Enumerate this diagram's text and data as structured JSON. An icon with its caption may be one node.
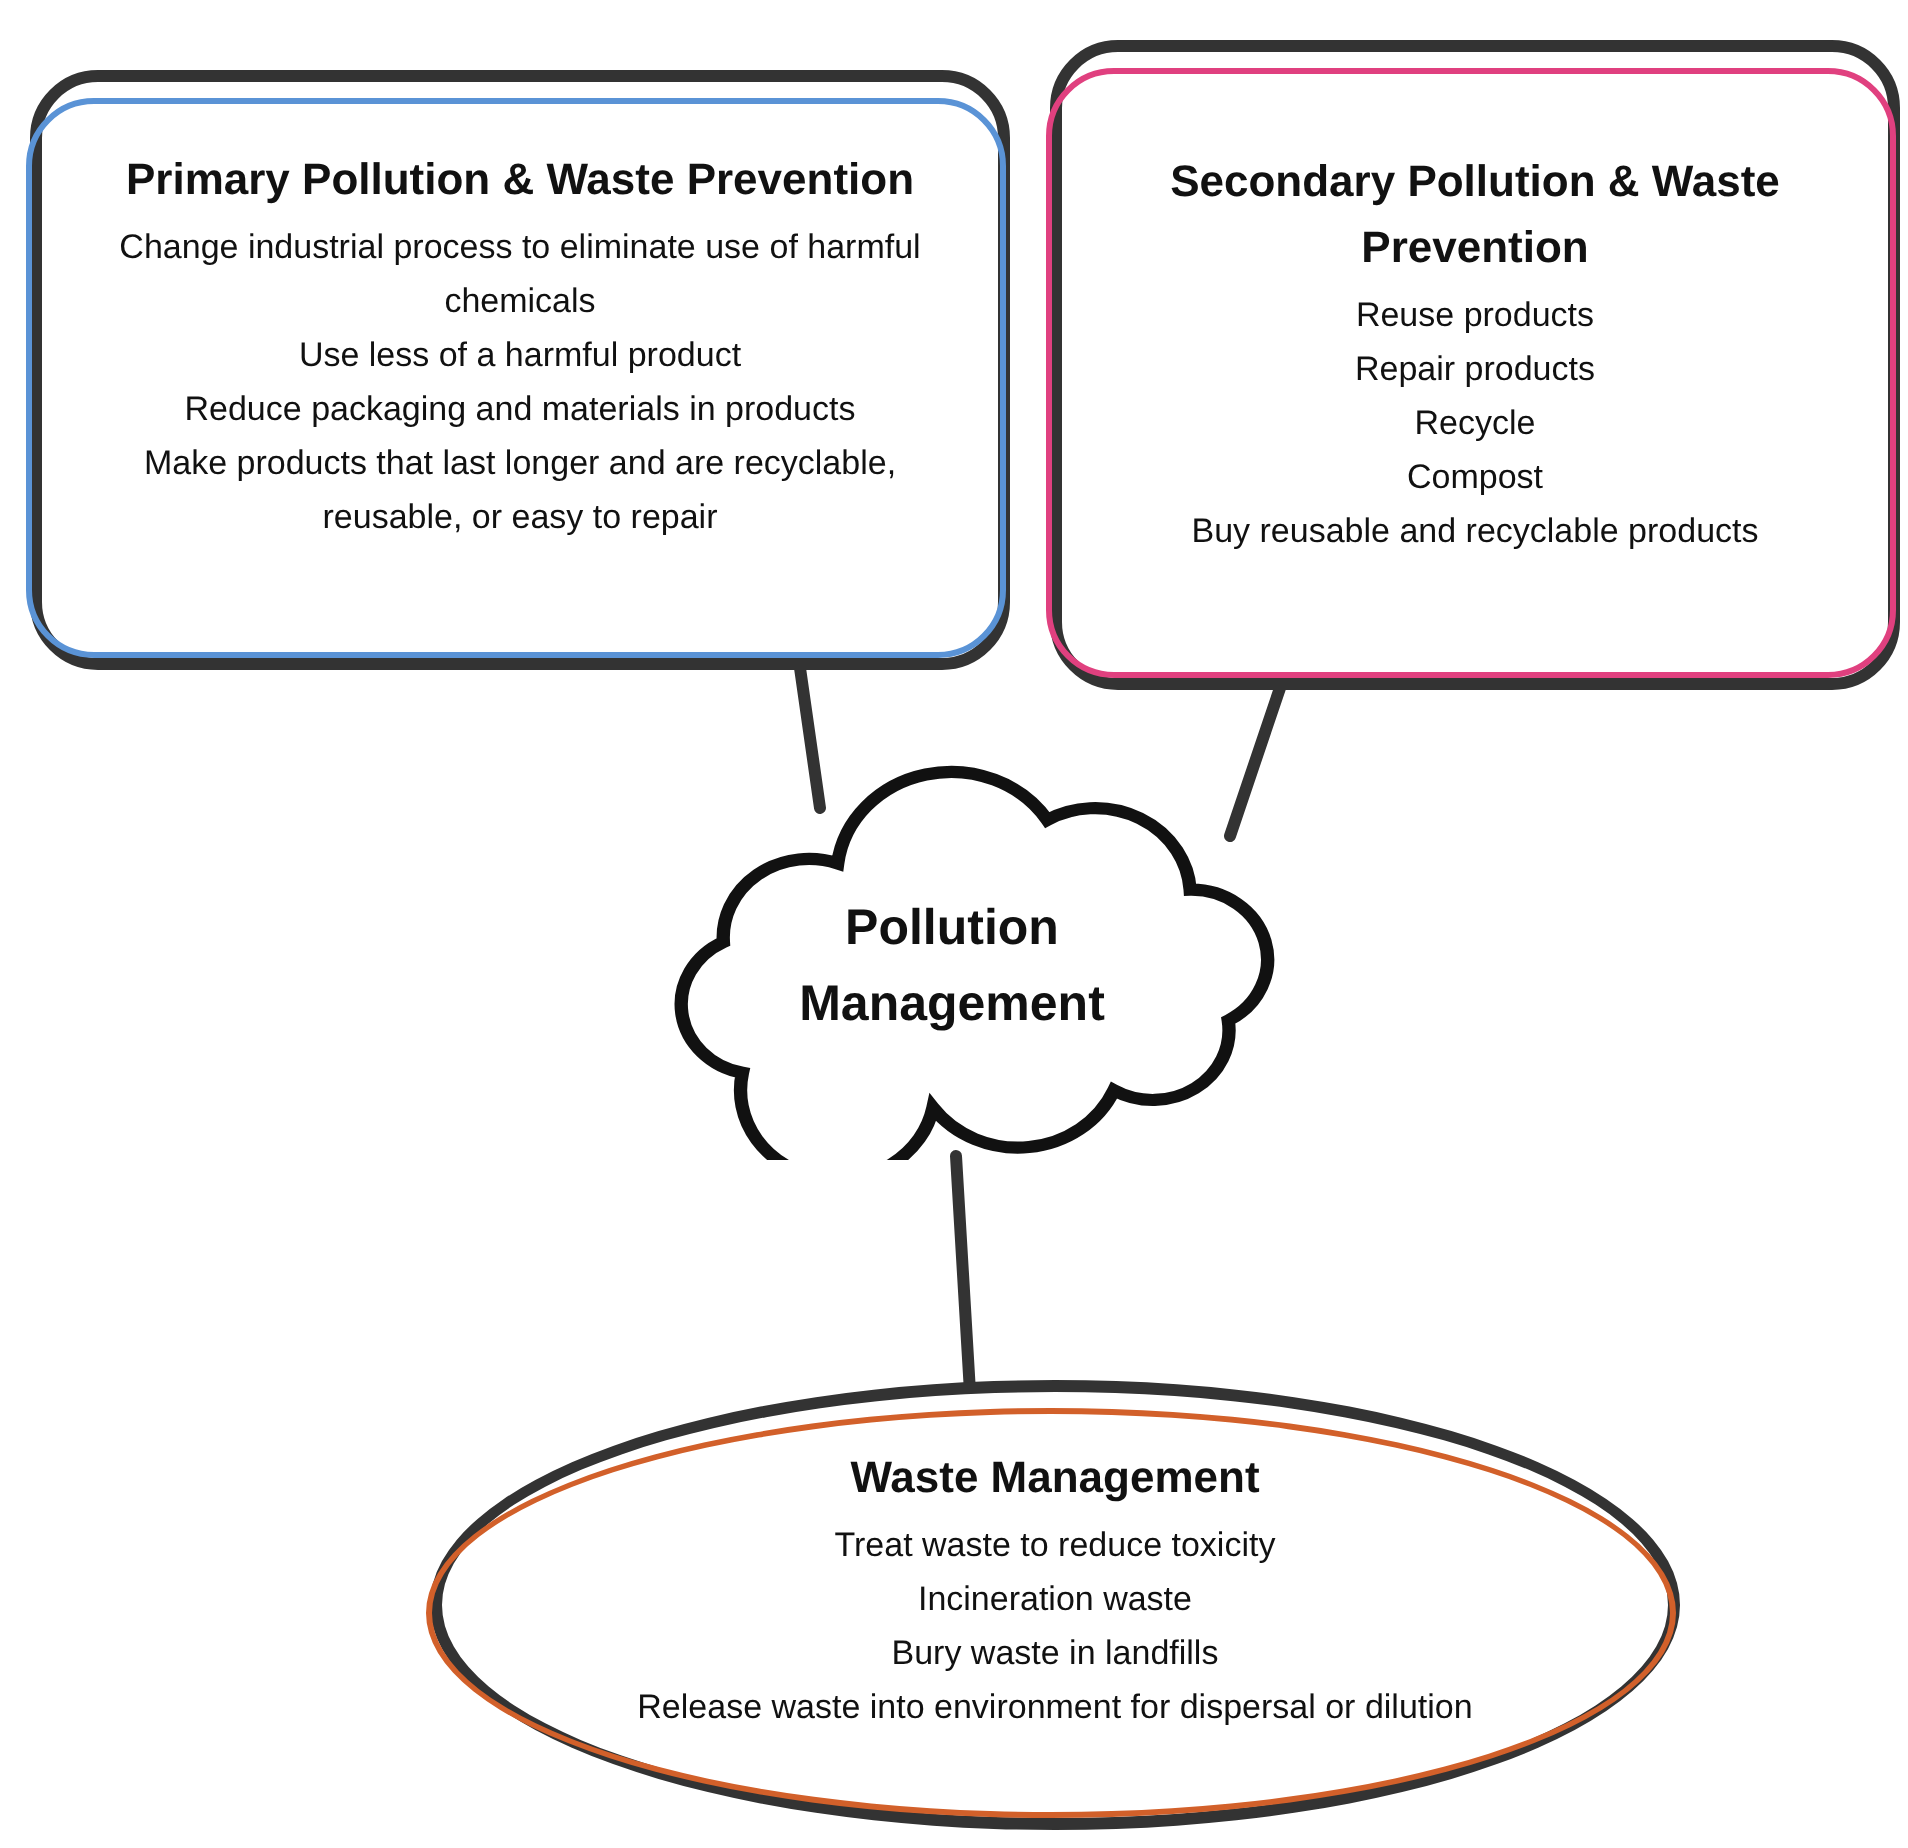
{
  "diagram": {
    "nodes": [
      {
        "text": [
          "Primary Pollution & Waste Prevention",
          "Change industrial process to eliminate use of harmful chemicals",
          "Use less of a harmful product",
          "Reduce packaging and materials in products",
          "Make products that last longer and are recyclable, reusable, or easy to repair"
        ]
      },
      {
        "text": [
          "Secondary Pollution & Waste Prevention",
          "Reuse products",
          "Repair products",
          "Recycle",
          "Compost",
          "Buy reusable and recyclable products"
        ]
      },
      {
        "text": [
          "Pollution Management"
        ]
      },
      {
        "text": [
          "Waste Management",
          "Treat waste to reduce toxicity",
          "Incineration waste",
          "Bury waste in landfills",
          "Release waste into environment for dispersal or dilution"
        ]
      }
    ],
    "edges": [
      {
        "from": 0,
        "to": 2,
        "arrow": "none"
      },
      {
        "from": 1,
        "to": 2,
        "arrow": "none"
      },
      {
        "from": 2,
        "to": 3,
        "arrow": "none"
      }
    ]
  }
}
